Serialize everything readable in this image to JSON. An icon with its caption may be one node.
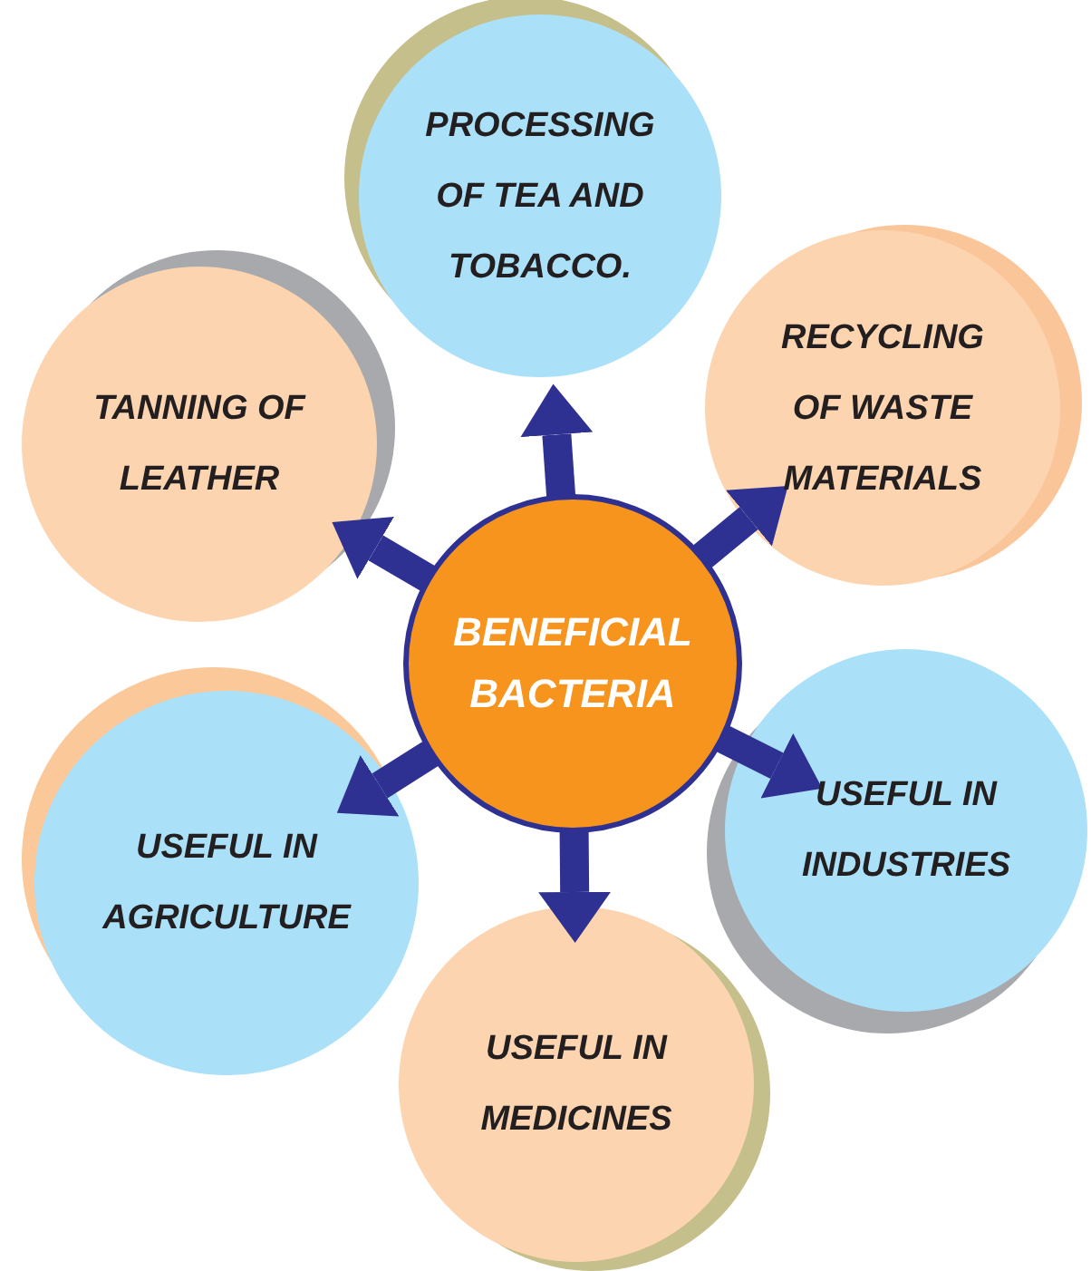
{
  "diagram": {
    "nodes": [
      {
        "text": [
          "BENEFICIAL BACTERIA"
        ]
      },
      {
        "text": [
          "PROCESSING OF TEA AND TOBACCO."
        ]
      },
      {
        "text": [
          "TANNING OF LEATHER"
        ]
      },
      {
        "text": [
          "RECYCLING OF WASTE MATERIALS"
        ]
      },
      {
        "text": [
          "USEFUL IN AGRICULTURE"
        ]
      },
      {
        "text": [
          "USEFUL IN INDUSTRIES"
        ]
      },
      {
        "text": [
          "USEFUL IN MEDICINES"
        ]
      }
    ],
    "edges": [
      {
        "from": 0,
        "to": 1,
        "arrow": "to"
      },
      {
        "from": 0,
        "to": 2,
        "arrow": "to"
      },
      {
        "from": 0,
        "to": 3,
        "arrow": "to"
      },
      {
        "from": 0,
        "to": 4,
        "arrow": "to"
      },
      {
        "from": 0,
        "to": 5,
        "arrow": "to"
      },
      {
        "from": 0,
        "to": 6,
        "arrow": "to"
      }
    ]
  }
}
